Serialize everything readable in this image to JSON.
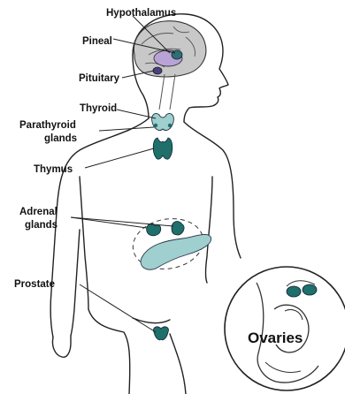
{
  "labels": {
    "hypothalamus": "Hypothalamus",
    "pineal": "Pineal",
    "pituitary": "Pituitary",
    "thyroid": "Thyroid",
    "parathyroid_line1": "Parathyroid",
    "parathyroid_line2": "glands",
    "thymus": "Thymus",
    "adrenal_line1": "Adrenal",
    "adrenal_line2": "glands",
    "prostate": "Prostate",
    "ovaries": "Ovaries"
  },
  "colors": {
    "gland": "#1f6f6a",
    "gland_light": "#9fcfcf",
    "brain": "#c8c8c8",
    "brain_highlight": "#b9a3d6"
  }
}
